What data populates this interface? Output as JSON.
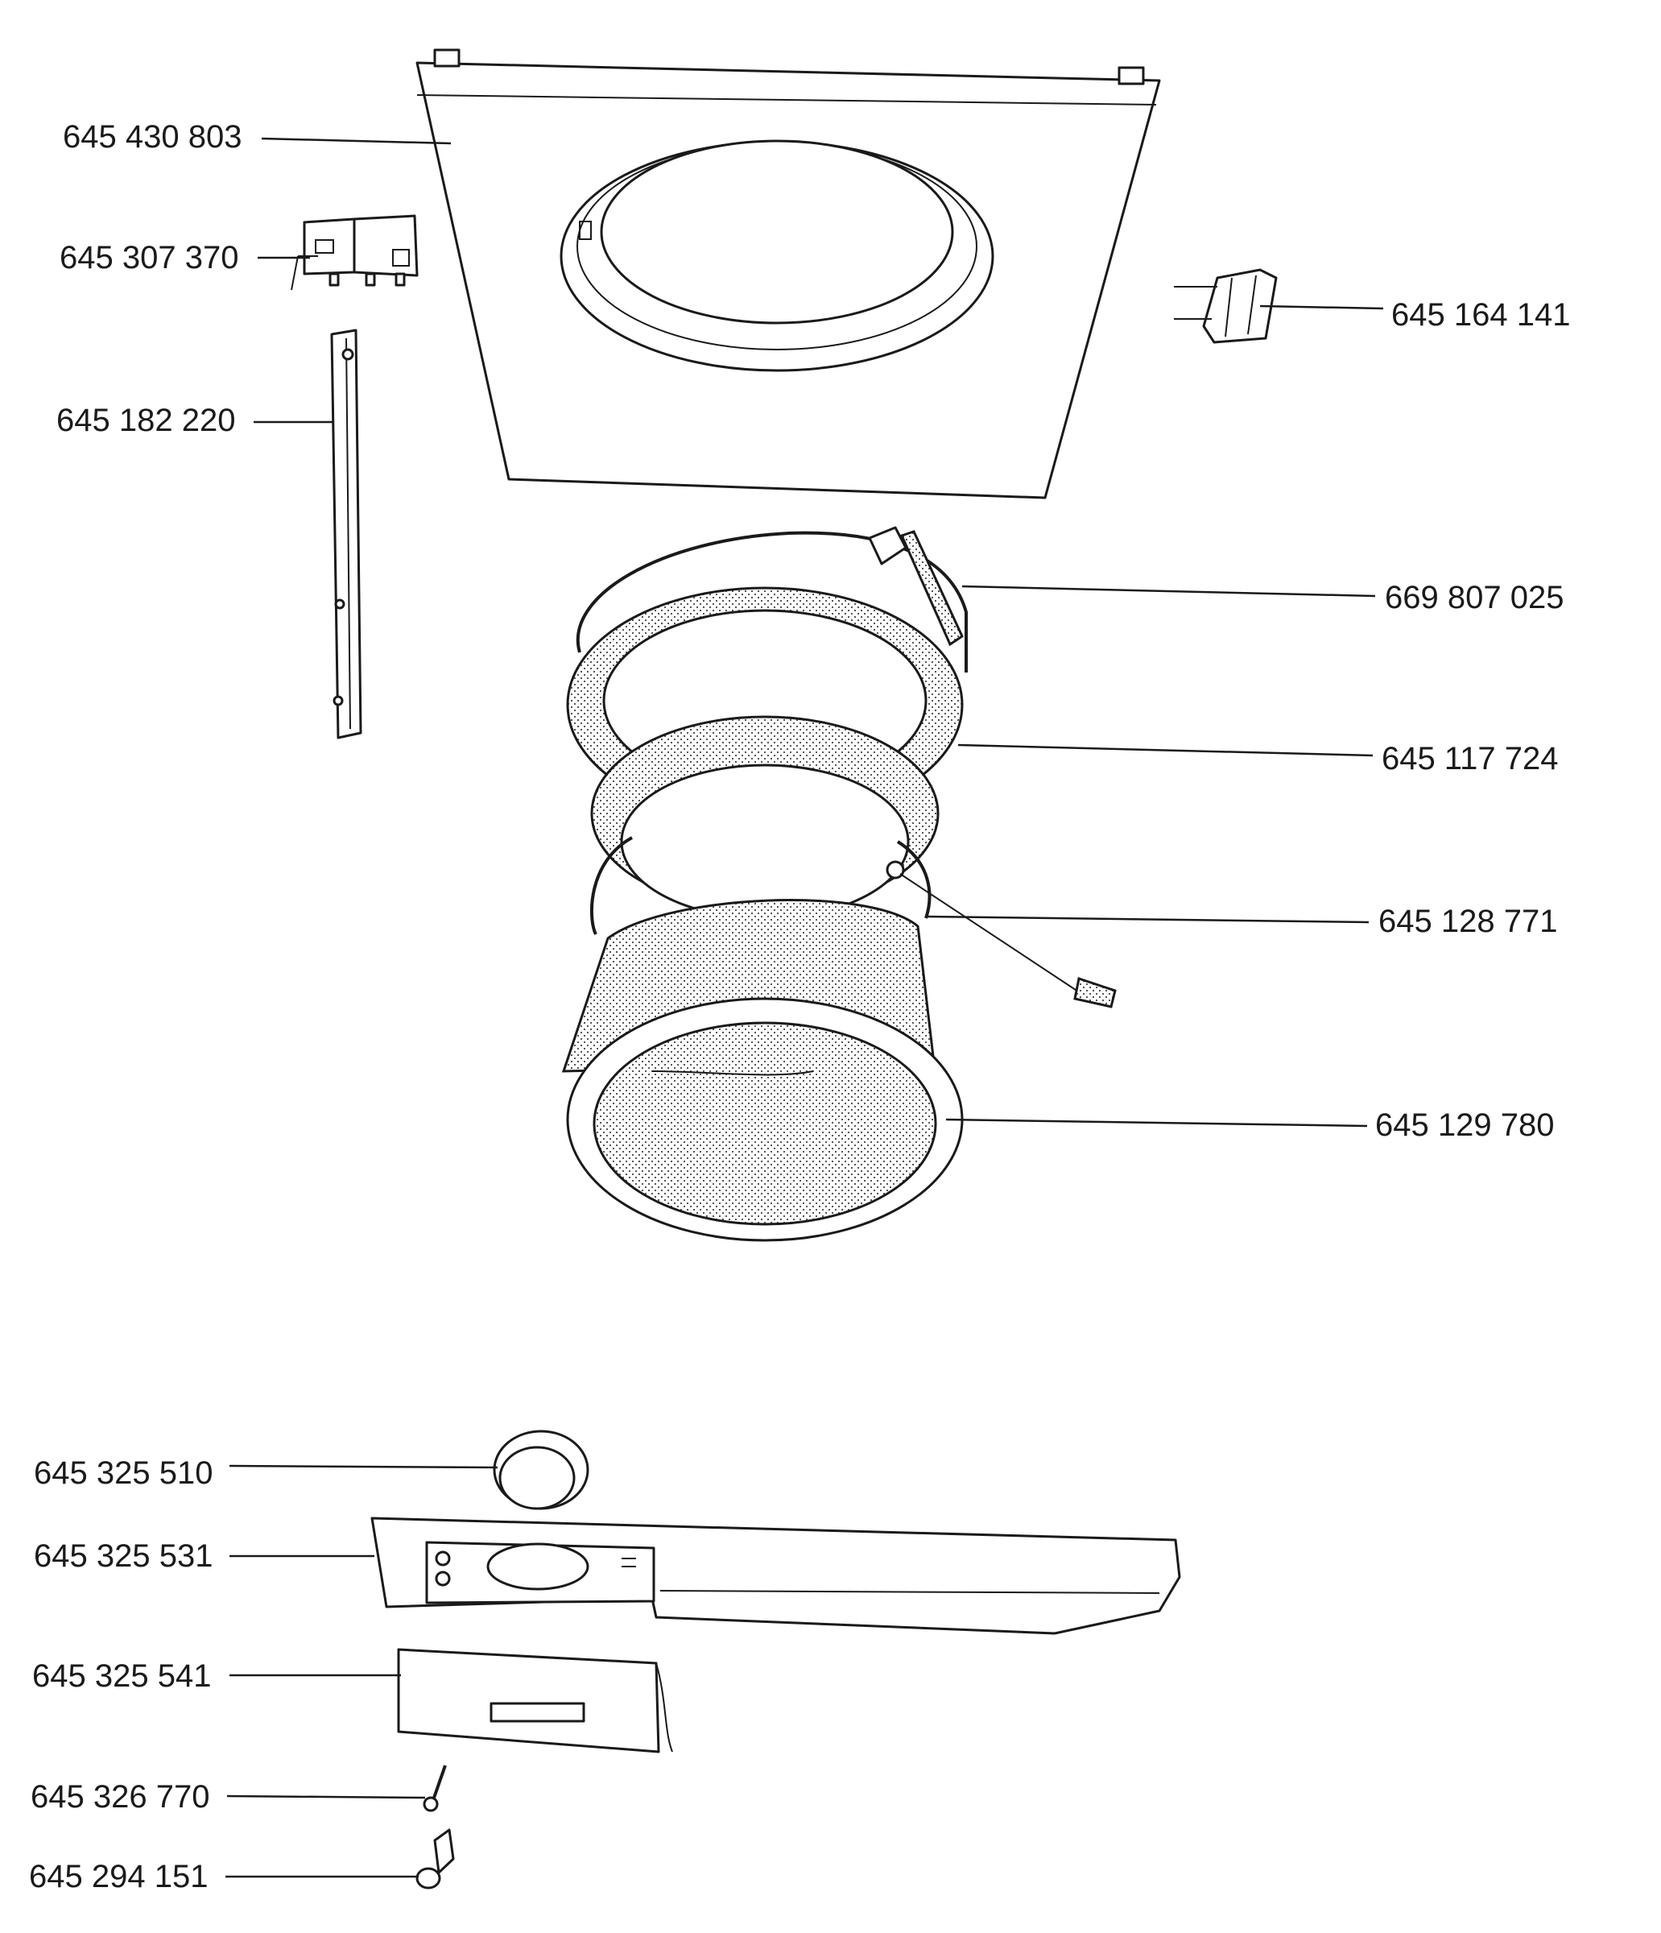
{
  "labels": [
    {
      "id": "front-panel",
      "text": "645 430 803"
    },
    {
      "id": "door-lock",
      "text": "645 307 370"
    },
    {
      "id": "door-hinge",
      "text": "645 164 141"
    },
    {
      "id": "lever-bar",
      "text": "645 182 220"
    },
    {
      "id": "clamp-band",
      "text": "669 807 025"
    },
    {
      "id": "door-seal",
      "text": "645 117 724"
    },
    {
      "id": "clamp-ring",
      "text": "645 128 771"
    },
    {
      "id": "door-glass",
      "text": "645 129 780"
    },
    {
      "id": "program-knob-ring",
      "text": "645 325 510"
    },
    {
      "id": "control-panel",
      "text": "645 325 531"
    },
    {
      "id": "drawer-front",
      "text": "645 325 541"
    },
    {
      "id": "pin",
      "text": "645 326 770"
    },
    {
      "id": "knob",
      "text": "645 294 151"
    }
  ]
}
